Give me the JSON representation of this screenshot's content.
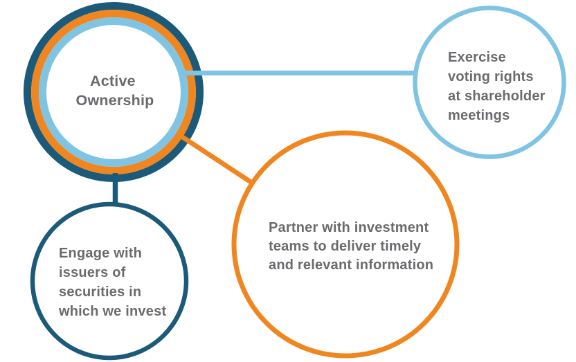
{
  "diagram": {
    "colors": {
      "dark_teal": "#1c5a7a",
      "orange": "#f0861f",
      "light_blue": "#7fc4e3",
      "text_gray": "#6a6b6e",
      "background": "#ffffff"
    },
    "center": {
      "lines": [
        "Active",
        "Ownership"
      ]
    },
    "satellites": {
      "voting": {
        "lines": [
          "Exercise",
          "voting rights",
          "at shareholder",
          "meetings"
        ]
      },
      "engage": {
        "lines": [
          "Engage with",
          "issuers of",
          "securities in",
          "which we invest"
        ]
      },
      "partner": {
        "lines": [
          "Partner with investment",
          "teams to deliver timely",
          "and relevant information"
        ]
      }
    }
  }
}
